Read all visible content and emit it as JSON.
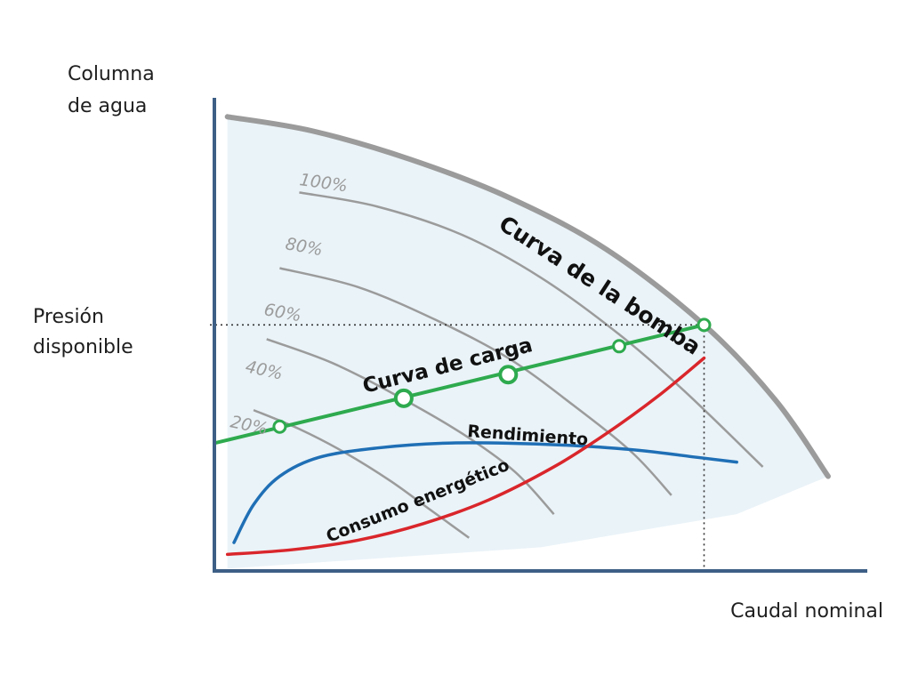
{
  "chart_data": {
    "type": "line",
    "title": "",
    "ylabel": [
      "Columna",
      "de agua"
    ],
    "xlabel": "Caudal nominal",
    "y_marker_label": [
      "Presión",
      "disponible"
    ],
    "xlim": [
      0,
      1
    ],
    "ylim": [
      0,
      1
    ],
    "colors": {
      "axis": "#3d5f86",
      "pump": "#9b9b9b",
      "pct": "#9b9b9b",
      "load": "#2eaa4e",
      "efficiency": "#1f6fb5",
      "energy": "#d9262b",
      "region": "#eaf3f8",
      "guide": "#333333"
    },
    "operating_point": {
      "x": 0.75,
      "y": 0.52
    },
    "pump_curve": {
      "name": "Curva de la bomba",
      "tag": "100%",
      "x": [
        0.02,
        0.15,
        0.3,
        0.45,
        0.6,
        0.75,
        0.86,
        0.94
      ],
      "y": [
        0.96,
        0.93,
        0.87,
        0.79,
        0.68,
        0.52,
        0.36,
        0.2
      ]
    },
    "speed_curves": [
      {
        "name": "80%",
        "x": [
          0.13,
          0.25,
          0.38,
          0.5,
          0.62,
          0.72,
          0.84
        ],
        "y": [
          0.8,
          0.77,
          0.71,
          0.62,
          0.5,
          0.38,
          0.22
        ]
      },
      {
        "name": "60%",
        "x": [
          0.1,
          0.22,
          0.34,
          0.45,
          0.55,
          0.64,
          0.7
        ],
        "y": [
          0.64,
          0.6,
          0.53,
          0.45,
          0.35,
          0.25,
          0.16
        ]
      },
      {
        "name": "40%",
        "x": [
          0.08,
          0.18,
          0.28,
          0.38,
          0.46,
          0.52
        ],
        "y": [
          0.49,
          0.44,
          0.37,
          0.29,
          0.21,
          0.12
        ]
      },
      {
        "name": "20%",
        "x": [
          0.06,
          0.13,
          0.2,
          0.27,
          0.33,
          0.39
        ],
        "y": [
          0.34,
          0.3,
          0.25,
          0.19,
          0.13,
          0.07
        ]
      }
    ],
    "load_curve": {
      "name": "Curva de carga",
      "x": [
        0.0,
        0.75
      ],
      "y": [
        0.27,
        0.52
      ],
      "points": [
        {
          "x": 0.1,
          "y": 0.305
        },
        {
          "x": 0.29,
          "y": 0.365
        },
        {
          "x": 0.45,
          "y": 0.415
        },
        {
          "x": 0.62,
          "y": 0.475
        },
        {
          "x": 0.75,
          "y": 0.52
        }
      ]
    },
    "efficiency_curve": {
      "name": "Rendimiento",
      "x": [
        0.03,
        0.06,
        0.1,
        0.16,
        0.25,
        0.35,
        0.45,
        0.55,
        0.65,
        0.74,
        0.8
      ],
      "y": [
        0.06,
        0.14,
        0.2,
        0.24,
        0.26,
        0.27,
        0.27,
        0.265,
        0.255,
        0.24,
        0.23
      ]
    },
    "energy_curve": {
      "name": "Consumo energético",
      "x": [
        0.02,
        0.12,
        0.22,
        0.32,
        0.42,
        0.52,
        0.6,
        0.68,
        0.75
      ],
      "y": [
        0.035,
        0.045,
        0.065,
        0.1,
        0.15,
        0.22,
        0.29,
        0.37,
        0.45
      ]
    }
  }
}
